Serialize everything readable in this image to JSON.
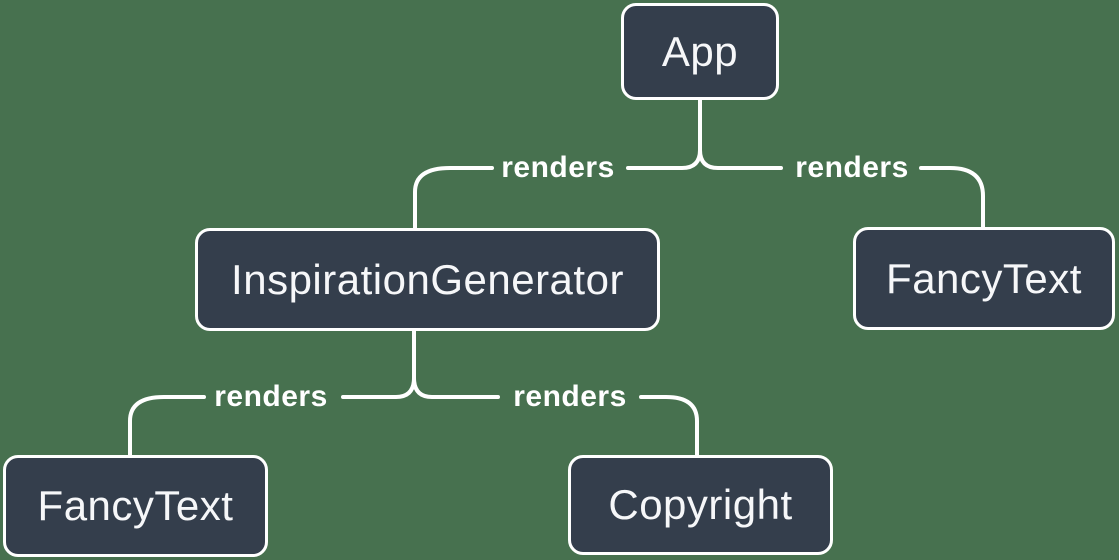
{
  "diagram": {
    "type": "component-render-tree",
    "nodes": [
      {
        "id": "app",
        "label": "App"
      },
      {
        "id": "inspiration-generator",
        "label": "InspirationGenerator"
      },
      {
        "id": "fancy-text-top",
        "label": "FancyText"
      },
      {
        "id": "fancy-text-bottom",
        "label": "FancyText"
      },
      {
        "id": "copyright",
        "label": "Copyright"
      }
    ],
    "edges": [
      {
        "from": "App",
        "to": "InspirationGenerator",
        "label": "renders"
      },
      {
        "from": "App",
        "to": "FancyText",
        "label": "renders"
      },
      {
        "from": "InspirationGenerator",
        "to": "FancyText",
        "label": "renders"
      },
      {
        "from": "InspirationGenerator",
        "to": "Copyright",
        "label": "renders"
      }
    ],
    "colors": {
      "background": "#47714f",
      "node_fill": "#343e4c",
      "node_border": "#ffffff",
      "edge_line": "#ffffff",
      "node_text": "#f6f7f9",
      "edge_label_text": "#ffffff"
    }
  }
}
